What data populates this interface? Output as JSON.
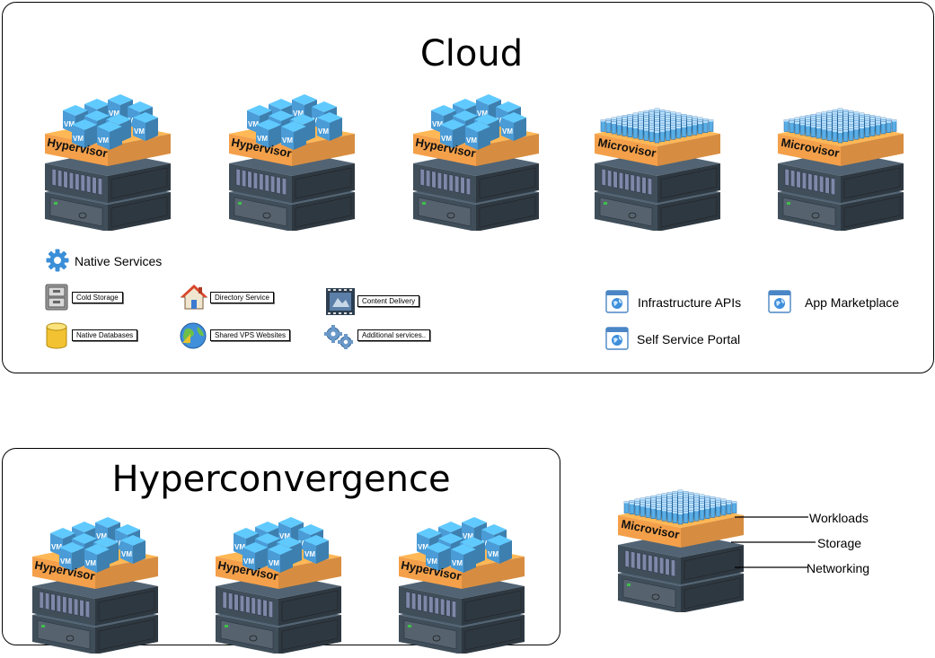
{
  "cloud": {
    "title": "Cloud",
    "stacks": [
      {
        "layer_label": "Hypervisor",
        "vm_label": "VM"
      },
      {
        "layer_label": "Hypervisor",
        "vm_label": "VM"
      },
      {
        "layer_label": "Hypervisor",
        "vm_label": "VM"
      },
      {
        "layer_label": "Microvisor"
      },
      {
        "layer_label": "Microvisor"
      }
    ],
    "native_services": {
      "heading": "Native Services",
      "items": [
        {
          "label": "Cold Storage",
          "icon": "cabinet-icon"
        },
        {
          "label": "Directory Service",
          "icon": "home-icon"
        },
        {
          "label": "Content Delivery",
          "icon": "film-icon"
        },
        {
          "label": "Native Databases",
          "icon": "database-icon"
        },
        {
          "label": "Shared VPS Websites",
          "icon": "globe-icon"
        },
        {
          "label": "Additional services..",
          "icon": "gears-icon"
        }
      ]
    },
    "portals": [
      {
        "label": "Infrastructure APIs",
        "icon": "web-window-icon"
      },
      {
        "label": "App Marketplace",
        "icon": "web-window-icon"
      },
      {
        "label": "Self Service Portal",
        "icon": "web-window-icon"
      }
    ]
  },
  "hyperconvergence": {
    "title": "Hyperconvergence",
    "stacks": [
      {
        "layer_label": "Hypervisor",
        "vm_label": "VM"
      },
      {
        "layer_label": "Hypervisor",
        "vm_label": "VM"
      },
      {
        "layer_label": "Hypervisor",
        "vm_label": "VM"
      }
    ]
  },
  "legend": {
    "layer_label": "Microvisor",
    "callouts": [
      "Workloads",
      "Storage",
      "Networking"
    ]
  },
  "colors": {
    "orange": "#f4a04a",
    "dark_server": "#3d4a56",
    "vm_blue": "#4a9bd6",
    "micro_blue": "#5aaee6"
  }
}
